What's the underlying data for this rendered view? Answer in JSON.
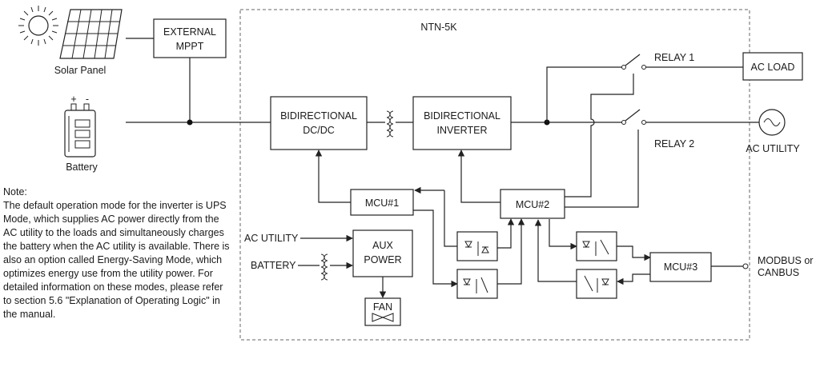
{
  "title": "NTN-5K",
  "blocks": {
    "external_mppt": [
      "EXTERNAL",
      "MPPT"
    ],
    "bidirectional_dcdc": [
      "BIDIRECTIONAL",
      "DC/DC"
    ],
    "bidirectional_inverter": [
      "BIDIRECTIONAL",
      "INVERTER"
    ],
    "mcu1": "MCU#1",
    "mcu2": "MCU#2",
    "mcu3": "MCU#3",
    "aux_power": [
      "AUX",
      "POWER"
    ],
    "fan": "FAN",
    "ac_load": "AC LOAD"
  },
  "labels": {
    "solar_panel": "Solar Panel",
    "battery": "Battery",
    "battery_plus": "+",
    "battery_minus": "-",
    "relay1": "RELAY 1",
    "relay2": "RELAY 2",
    "ac_utility_source": "AC UTILITY",
    "ac_utility_input": "AC UTILITY",
    "battery_input": "BATTERY",
    "modbus": [
      "MODBUS or",
      "CANBUS"
    ]
  },
  "note": {
    "title": "Note:",
    "body": "The default operation mode for the inverter is UPS Mode, which supplies AC power directly from the AC utility to the loads and simultaneously charges the battery when the AC utility is available. There is also an option called Energy-Saving Mode, which optimizes energy use from the utility power. For detailed information on these modes, please refer to section 5.6 \"Explanation of Operating Logic\" in the manual."
  }
}
